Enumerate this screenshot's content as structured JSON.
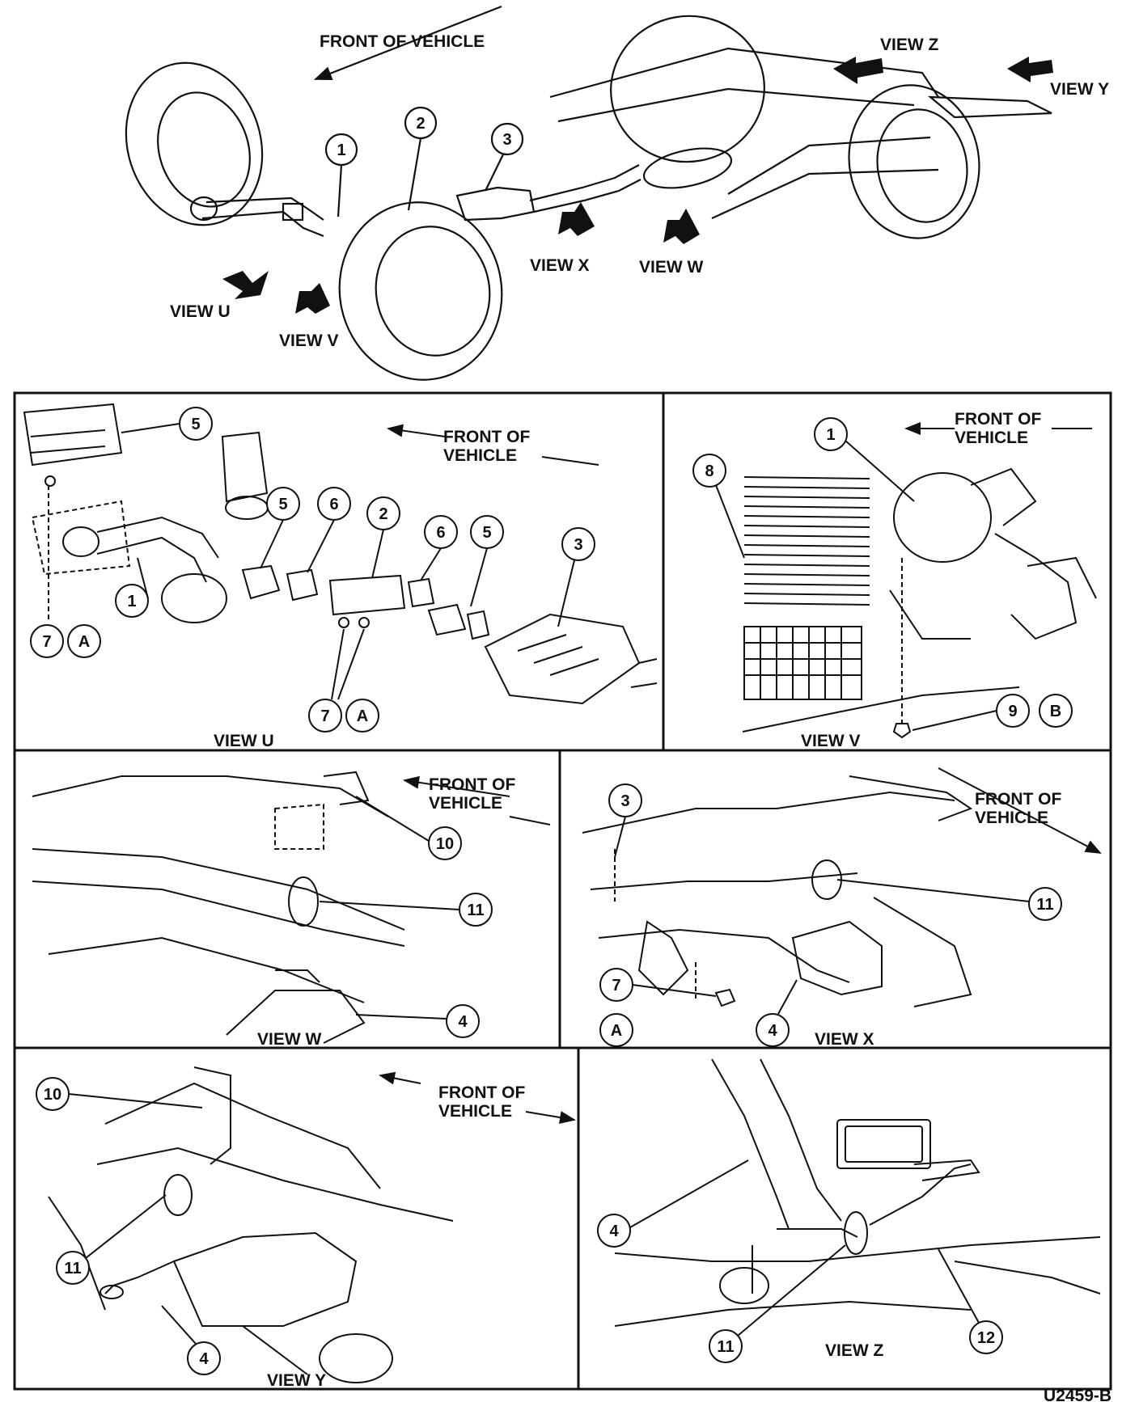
{
  "overview": {
    "front_label": "FRONT OF VEHICLE",
    "views": [
      "VIEW U",
      "VIEW V",
      "VIEW X",
      "VIEW W",
      "VIEW Z",
      "VIEW Y"
    ],
    "callouts": [
      "1",
      "2",
      "3"
    ]
  },
  "panels": {
    "u": {
      "title": "VIEW U",
      "front_label_1": "FRONT OF",
      "front_label_2": "VEHICLE",
      "callouts": [
        "5",
        "5",
        "6",
        "2",
        "6",
        "5",
        "3",
        "1",
        "7",
        "A",
        "7",
        "A"
      ]
    },
    "v": {
      "title": "VIEW V",
      "front_label_1": "FRONT OF",
      "front_label_2": "VEHICLE",
      "callouts": [
        "1",
        "8",
        "9",
        "B"
      ]
    },
    "w": {
      "title": "VIEW W",
      "front_label_1": "FRONT OF",
      "front_label_2": "VEHICLE",
      "callouts": [
        "10",
        "11",
        "4"
      ]
    },
    "x": {
      "title": "VIEW X",
      "front_label_1": "FRONT OF",
      "front_label_2": "VEHICLE",
      "callouts": [
        "3",
        "11",
        "7",
        "A",
        "4"
      ]
    },
    "y": {
      "title": "VIEW Y",
      "front_label_1": "FRONT OF",
      "front_label_2": "VEHICLE",
      "callouts": [
        "10",
        "11",
        "4"
      ]
    },
    "z": {
      "title": "VIEW Z",
      "callouts": [
        "4",
        "11",
        "12"
      ]
    }
  },
  "figure_id": "U2459-B"
}
